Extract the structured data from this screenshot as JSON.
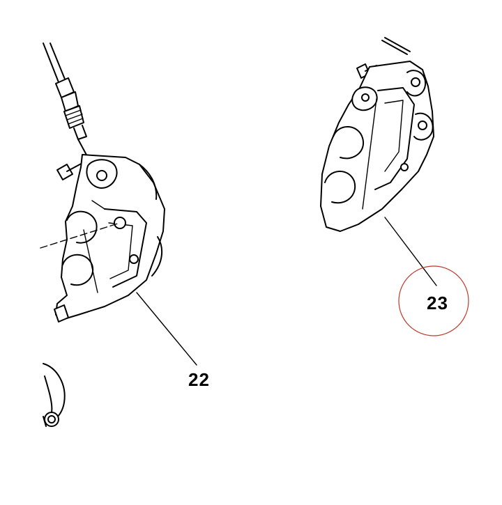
{
  "diagram": {
    "callouts": [
      {
        "id": "22",
        "text": "22"
      },
      {
        "id": "23",
        "text": "23",
        "highlight_color": "#c0392b"
      }
    ],
    "colors": {
      "line": "#000000",
      "background": "#ffffff",
      "highlight": "#c0392b"
    }
  }
}
